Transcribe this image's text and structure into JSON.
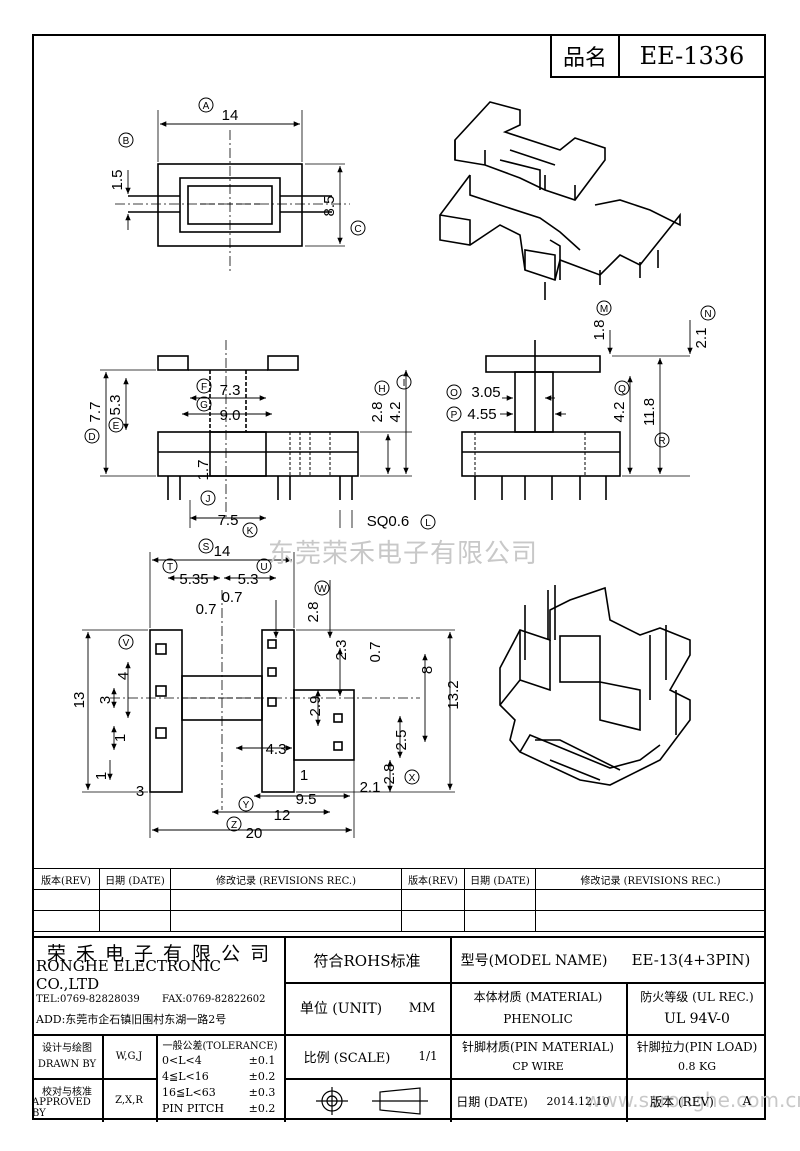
{
  "title_block": {
    "label": "品名",
    "value": "EE-1336"
  },
  "watermark": "东莞荣禾电子有限公司",
  "website": "www.szronghe.com.cn",
  "dimensions": {
    "top": {
      "a": "14",
      "b": "1.5",
      "c": "8.5"
    },
    "front": {
      "d": "7.7",
      "e": "5.3",
      "f": "7.3",
      "g": "9.0",
      "h": "2.8",
      "i": "4.2",
      "j": "1.7",
      "k": "7.5",
      "l": "SQ0.6"
    },
    "side": {
      "m": "1.8",
      "n": "2.1",
      "o": "3.05",
      "p": "4.55",
      "q": "4.2",
      "r": "11.8"
    },
    "bottom": {
      "s": "14",
      "t": "5.35",
      "u": "5.3",
      "w": "2.8",
      "v_dim": "4",
      "d07a": "0.7",
      "d07b": "0.7",
      "d07c": "0.7",
      "d23": "2.3",
      "d29": "2.9",
      "d8": "8",
      "d132": "13.2",
      "d13": "13",
      "d3": "3",
      "d1a": "1",
      "d1b": "1",
      "d43": "4.3",
      "d25": "2.5",
      "d28": "2.8",
      "d1c": "1",
      "d21": "2.1",
      "d3b": "3",
      "d95": "9.5",
      "d12": "12",
      "d20": "20"
    },
    "markers": [
      "A",
      "B",
      "C",
      "D",
      "E",
      "F",
      "G",
      "H",
      "I",
      "J",
      "K",
      "L",
      "M",
      "N",
      "O",
      "P",
      "Q",
      "R",
      "S",
      "T",
      "U",
      "V",
      "W",
      "X",
      "Y",
      "Z"
    ]
  },
  "revision_table": {
    "rev": "版本(REV)",
    "date": "日期 (DATE)",
    "rec": "修改记录 (REVISIONS REC.)"
  },
  "footer": {
    "company_cn": "荣 禾 电 子 有 限 公 司",
    "company_en": "RONGHE ELECTRONIC CO.,LTD",
    "tel": "TEL:0769-82828039",
    "fax": "FAX:0769-82822602",
    "add": "ADD:东莞市企石镇旧围村东湖一路2号",
    "rohs": "符合ROHS标准",
    "model_label": "型号(MODEL NAME)",
    "model_value": "EE-13(4+3PIN)",
    "unit_label": "单位 (UNIT)",
    "unit_value": "MM",
    "material_label": "本体材质 (MATERIAL)",
    "material_value": "PHENOLIC",
    "fire_label": "防火等级 (UL REC.)",
    "fire_value": "UL 94V-0",
    "scale_label": "比例 (SCALE)",
    "scale_value": "1/1",
    "pin_mat_label": "针脚材质(PIN MATERIAL)",
    "pin_mat_value": "CP WIRE",
    "pin_load_label": "针脚拉力(PIN LOAD)",
    "pin_load_value": "0.8 KG",
    "design_label_cn": "设计与绘图",
    "design_label_en": "DRAWN BY",
    "design_value": "W,G,J",
    "approve_label_cn": "校对与核准",
    "approve_label_en": "APPROVED BY",
    "approve_value": "Z,X,R",
    "tol_title": "一般公差(TOLERANCE)",
    "tol_rows": [
      {
        "range": "0<L<4",
        "val": "±0.1"
      },
      {
        "range": "4≦L<16",
        "val": "±0.2"
      },
      {
        "range": "16≦L<63",
        "val": "±0.3"
      },
      {
        "range": "PIN PITCH",
        "val": "±0.2"
      }
    ],
    "date_label": "日期 (DATE)",
    "date_value": "2014.12.10",
    "rev_label": "版本 (REV)",
    "rev_value": "A"
  }
}
